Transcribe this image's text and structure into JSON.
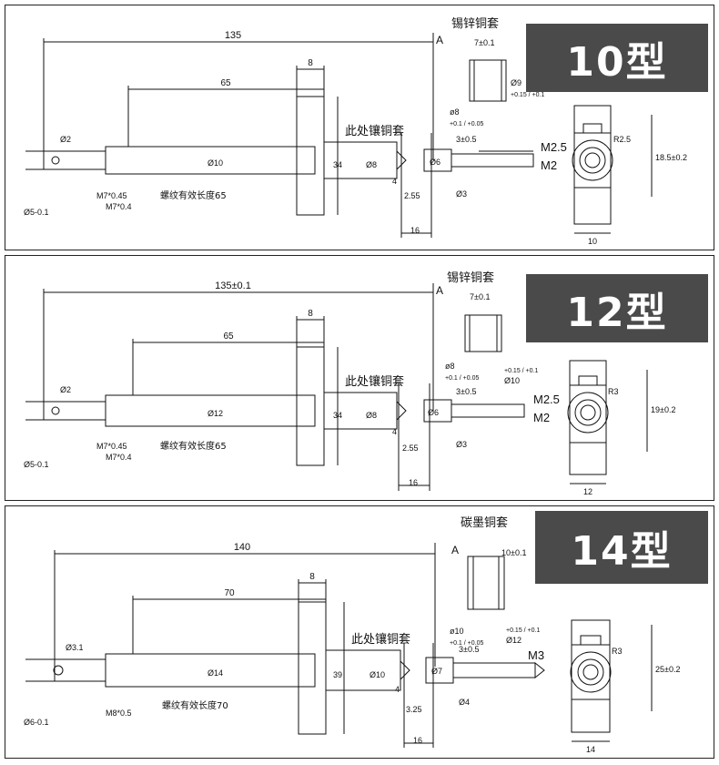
{
  "panels": [
    {
      "badge": "10型",
      "sleeve_title": "锡锌铜套",
      "dim_total": "135",
      "dim_collar": "8",
      "dim_section": "65",
      "label_A": "A",
      "label_inlay": "此处镶铜套",
      "dim_tip_dia": "Ø2",
      "dim_end_dia": "Ø5-0.1",
      "thread_a": "M7*0.45",
      "thread_b": "M7*0.4",
      "thread_len": "螺纹有效长度65",
      "dim_shaft": "Ø10",
      "dim_flange": "34",
      "dim_hub": "Ø8",
      "dim_step1": "4",
      "dim_step2": "2.55",
      "dim_pin": "Ø6",
      "dim_len16": "16",
      "dim_3": "3±0.5",
      "dim_d3": "Ø3",
      "m_top": "M2.5",
      "m_bot": "M2",
      "sleeve_len": "7±0.1",
      "sleeve_od": "Ø9",
      "sleeve_od_tol": "+0.15 / +0.1",
      "sleeve_id": "ø8",
      "sleeve_id_tol": "+0.1 / +0.05",
      "view_r": "R2.5",
      "view_h": "18.5±0.2",
      "view_w": "10"
    },
    {
      "badge": "12型",
      "sleeve_title": "锡锌铜套",
      "dim_total": "135±0.1",
      "dim_collar": "8",
      "dim_section": "65",
      "label_A": "A",
      "label_inlay": "此处镶铜套",
      "dim_tip_dia": "Ø2",
      "dim_end_dia": "Ø5-0.1",
      "thread_a": "M7*0.45",
      "thread_b": "M7*0.4",
      "thread_len": "螺纹有效长度65",
      "dim_shaft": "Ø12",
      "dim_flange": "34",
      "dim_hub": "Ø8",
      "dim_step1": "4",
      "dim_step2": "2.55",
      "dim_pin": "Ø6",
      "dim_len16": "16",
      "dim_3": "3±0.5",
      "dim_d3": "Ø3",
      "m_top": "M2.5",
      "m_bot": "M2",
      "sleeve_len": "7±0.1",
      "sleeve_od": "Ø10",
      "sleeve_od_tol": "+0.15 / +0.1",
      "sleeve_id": "ø8",
      "sleeve_id_tol": "+0.1 / +0.05",
      "view_r": "R3",
      "view_h": "19±0.2",
      "view_w": "12"
    },
    {
      "badge": "14型",
      "sleeve_title": "碳墨铜套",
      "dim_total": "140",
      "dim_collar": "8",
      "dim_section": "70",
      "label_A": "A",
      "label_inlay": "此处镶铜套",
      "dim_tip_dia": "Ø3.1",
      "dim_end_dia": "Ø6-0.1",
      "thread_a": "M8*0.5",
      "thread_b": "",
      "thread_len": "螺纹有效长度70",
      "dim_shaft": "Ø14",
      "dim_flange": "39",
      "dim_hub": "Ø10",
      "dim_step1": "4",
      "dim_step2": "3.25",
      "dim_pin": "Ø7",
      "dim_len16": "16",
      "dim_3": "3±0.5",
      "dim_d3": "Ø4",
      "m_top": "M3",
      "m_bot": "",
      "sleeve_len": "10±0.1",
      "sleeve_od": "Ø12",
      "sleeve_od_tol": "+0.15 / +0.1",
      "sleeve_id": "ø10",
      "sleeve_id_tol": "+0.1 / +0.05",
      "view_r": "R3",
      "view_h": "25±0.2",
      "view_w": "14"
    }
  ]
}
